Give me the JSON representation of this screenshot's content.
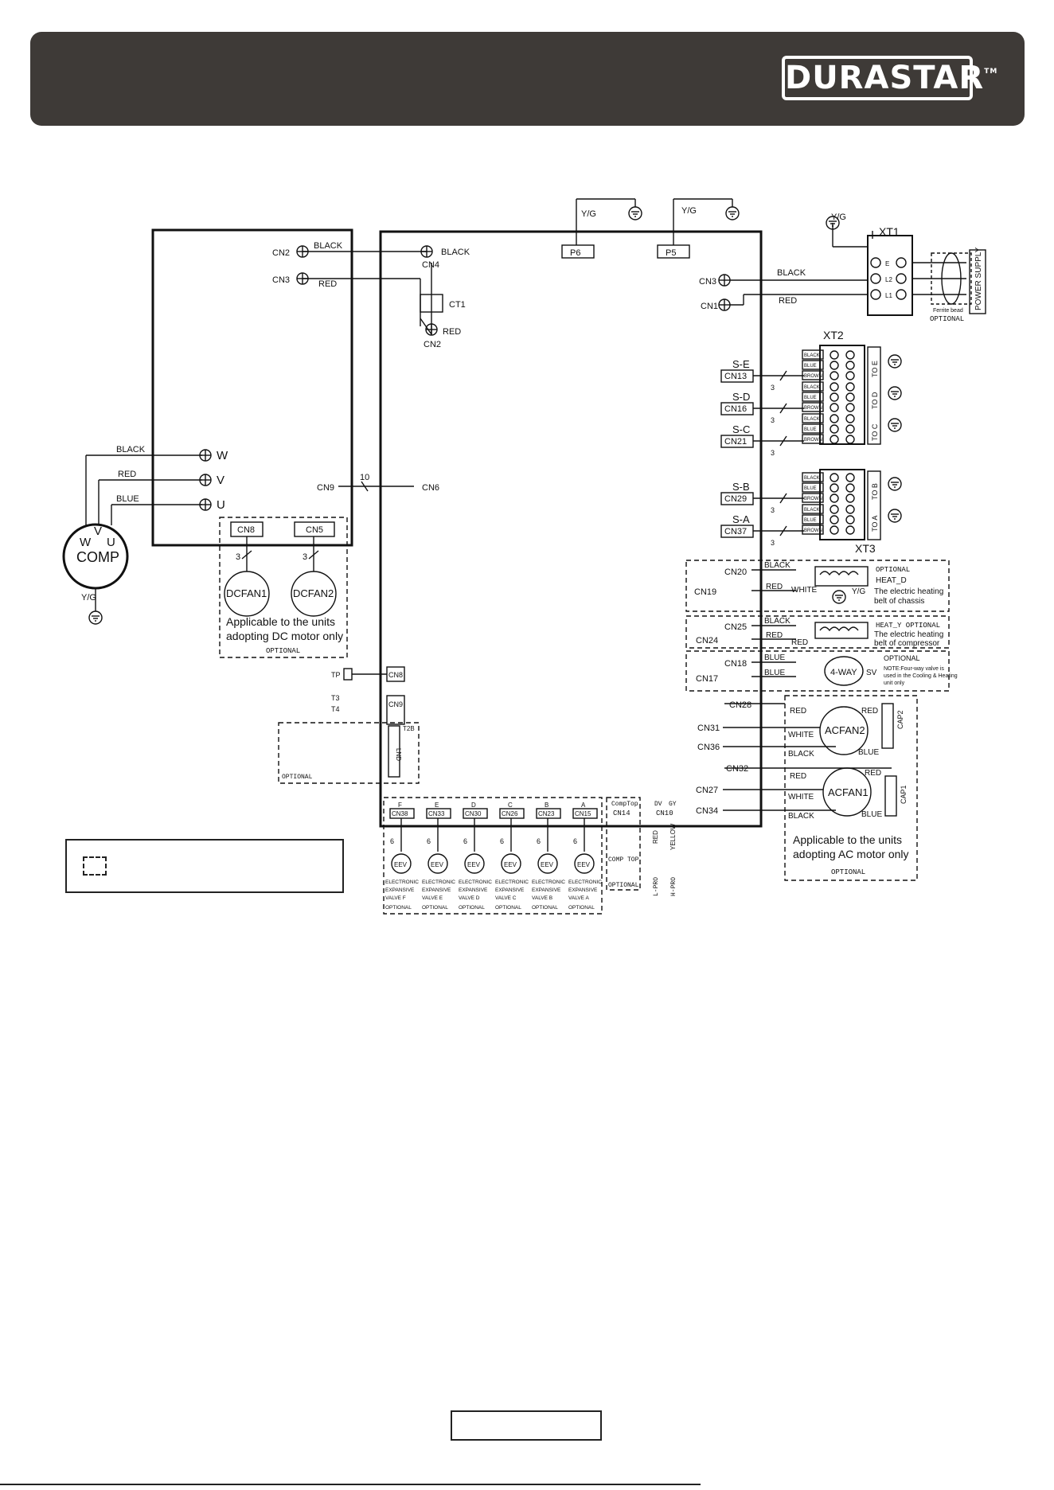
{
  "brand": {
    "name": "DURASTAR",
    "tm": "TM"
  },
  "outdoor_board": {
    "ports": {
      "cn2": "CN2",
      "cn3": "CN3",
      "cn4": "CN4",
      "cn2b": "CN2",
      "ct1": "CT1",
      "cn3_right": "CN3",
      "cn1": "CN1",
      "p6": "P6",
      "p5": "P5",
      "cn9": "CN9",
      "cn6": "CN6",
      "cn8_sensor": "CN8",
      "cn9_sensor": "CN9",
      "lnd": "LND"
    },
    "bus_count": "10"
  },
  "compressor": {
    "label": "COMP",
    "w": "W",
    "v": "V",
    "u": "U",
    "term_w": "W",
    "term_v": "V",
    "term_u": "U",
    "ground": "Y/G"
  },
  "wire_colors": {
    "black": "BLACK",
    "red": "RED",
    "blue": "BLUE",
    "white": "WHITE",
    "brown": "BROWN",
    "yellow": "YELLOW",
    "yg": "Y/G"
  },
  "power": {
    "block": "XT1",
    "supply": "POWER SUPPLY",
    "ferrite": "Ferrite bead",
    "optional": "OPTIONAL",
    "terminals": [
      "E",
      "L2",
      "L1"
    ]
  },
  "indoor_terminals": {
    "xt2": "XT2",
    "xt3": "XT3",
    "wires_count": "3",
    "rooms": [
      {
        "name": "S-E",
        "connector": "CN13",
        "label": "TO E"
      },
      {
        "name": "S-D",
        "connector": "CN16",
        "label": "TO D"
      },
      {
        "name": "S-C",
        "connector": "CN21",
        "label": "TO C"
      },
      {
        "name": "S-B",
        "connector": "CN29",
        "label": "TO B"
      },
      {
        "name": "S-A",
        "connector": "CN37",
        "label": "TO A"
      }
    ]
  },
  "dc_fans": {
    "cn8": "CN8",
    "cn5": "CN5",
    "count": "3",
    "fan1": "DCFAN1",
    "fan2": "DCFAN2",
    "note_line1": "Applicable to the units",
    "note_line2": "adopting DC  motor only",
    "optional": "OPTIONAL"
  },
  "sensors": {
    "tp": "TP",
    "t3": "T3",
    "t4": "T4",
    "t2b": "T2B",
    "rooms": [
      "E",
      "D",
      "C",
      "B",
      "A"
    ],
    "optional": "OPTIONAL"
  },
  "heat_d": {
    "cn20": "CN20",
    "cn19": "CN19",
    "optional": "OPTIONAL",
    "title": "HEAT_D",
    "desc1": "The electric heating",
    "desc2": "belt of chassis"
  },
  "heat_y": {
    "cn25": "CN25",
    "cn24": "CN24",
    "title": "HEAT_Y  OPTIONAL",
    "desc1": "The electric heating",
    "desc2": "belt of compressor"
  },
  "four_way": {
    "cn18": "CN18",
    "cn17": "CN17",
    "label": "4-WAY",
    "sv": "SV",
    "optional": "OPTIONAL",
    "note1": "NOTE:Four-way valve is",
    "note2": "used in the Cooling  & Heating",
    "note3": "unit only"
  },
  "ac_fans": {
    "cn28": "CN28",
    "cn31": "CN31",
    "cn36": "CN36",
    "cn32": "CN32",
    "cn27": "CN27",
    "cn34": "CN34",
    "fan2": "ACFAN2",
    "fan1": "ACFAN1",
    "cap2": "CAP2",
    "cap1": "CAP1",
    "note_line1": "Applicable to the units",
    "note_line2": "adopting AC  motor only",
    "optional": "OPTIONAL"
  },
  "eev": {
    "label": "EEV",
    "count": "6",
    "line1": "ELECTRONIC",
    "line2": "EXPANSIVE",
    "optional": "OPTIONAL",
    "valves": [
      {
        "room": "F",
        "connector": "CN38",
        "valve": "VALVE F"
      },
      {
        "room": "E",
        "connector": "CN33",
        "valve": "VALVE E"
      },
      {
        "room": "D",
        "connector": "CN30",
        "valve": "VALVE D"
      },
      {
        "room": "C",
        "connector": "CN26",
        "valve": "VALVE C"
      },
      {
        "room": "B",
        "connector": "CN23",
        "valve": "VALVE B"
      },
      {
        "room": "A",
        "connector": "CN15",
        "valve": "VALVE A"
      }
    ]
  },
  "comp_top": {
    "title": "CompTop",
    "connector": "CN14",
    "label": "COMP TOP",
    "optional": "OPTIONAL"
  },
  "pressure": {
    "dv": "DV",
    "gy": "GY",
    "connector": "CN10",
    "lpro": "L-PRO",
    "hpro": "H-PRO"
  }
}
